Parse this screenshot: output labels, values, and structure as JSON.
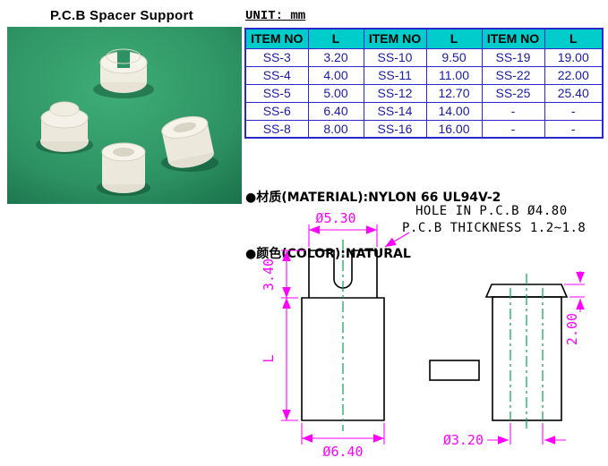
{
  "title": "P.C.B  Spacer Support",
  "unit_label": "UNIT: mm",
  "table": {
    "headers": [
      "ITEM NO",
      "L",
      "ITEM NO",
      "L",
      "ITEM NO",
      "L"
    ],
    "rows": [
      [
        "SS-3",
        "3.20",
        "SS-10",
        "9.50",
        "SS-19",
        "19.00"
      ],
      [
        "SS-4",
        "4.00",
        "SS-11",
        "11.00",
        "SS-22",
        "22.00"
      ],
      [
        "SS-5",
        "5.00",
        "SS-12",
        "12.70",
        "SS-25",
        "25.40"
      ],
      [
        "SS-6",
        "6.40",
        "SS-14",
        "14.00",
        "-",
        "-"
      ],
      [
        "SS-8",
        "8.00",
        "SS-16",
        "16.00",
        "-",
        "-"
      ]
    ]
  },
  "notes": {
    "material": "●材质(MATERIAL):NYLON 66 UL94V-2",
    "color": "●颜色(COLOR):NATURAL"
  },
  "drawing": {
    "hole_note": "HOLE IN P.C.B Ø4.80",
    "thickness_note": "P.C.B THICKNESS 1.2~1.8",
    "dims": {
      "top_diameter": "Ø5.30",
      "post_height": "3.40",
      "body_length": "L",
      "body_diameter": "Ø6.40",
      "cap_height": "2.00",
      "inner_diameter": "Ø3.20"
    }
  },
  "colors": {
    "table_header_bg": "#00CCCC",
    "table_border": "#2929C8",
    "table_text": "#1A1AA6",
    "dimension_color": "#FF00FF",
    "centerline_color": "#00A651",
    "photo_background": "#2D9263"
  }
}
